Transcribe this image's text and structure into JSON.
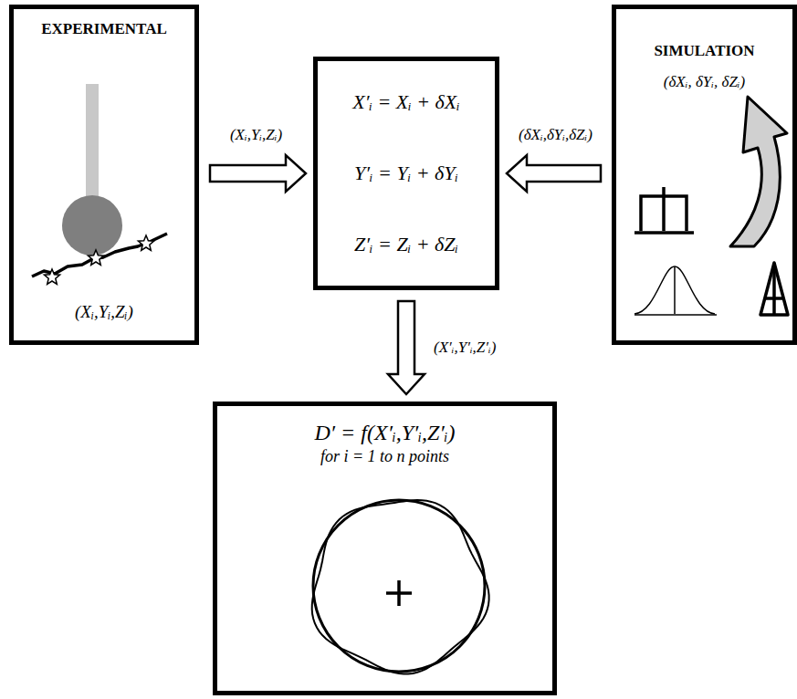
{
  "diagram": {
    "nodes": [
      {
        "text": [
          "EXPERIMENTAL",
          "(Xᵢ,Yᵢ,Zᵢ)"
        ]
      },
      {
        "text": [
          "X′ᵢ = Xᵢ + δXᵢ",
          "Y′ᵢ = Yᵢ + δYᵢ",
          "Z′ᵢ = Zᵢ + δZᵢ"
        ]
      },
      {
        "text": [
          "SIMULATION",
          "(δXᵢ, δYᵢ, δZᵢ)"
        ]
      },
      {
        "text": [
          "D′ = f(X′ᵢ,Y′ᵢ,Z′ᵢ)",
          "for i = 1 to n points"
        ]
      }
    ],
    "edges": [
      {
        "from": 0,
        "to": 1,
        "label": "(Xᵢ,Yᵢ,Zᵢ)",
        "arrow": "to"
      },
      {
        "from": 2,
        "to": 1,
        "label": "(δXᵢ,δYᵢ,δZᵢ)",
        "arrow": "to"
      },
      {
        "from": 1,
        "to": 3,
        "label": "(X′ᵢ,Y′ᵢ,Z′ᵢ)",
        "arrow": "to"
      }
    ]
  }
}
